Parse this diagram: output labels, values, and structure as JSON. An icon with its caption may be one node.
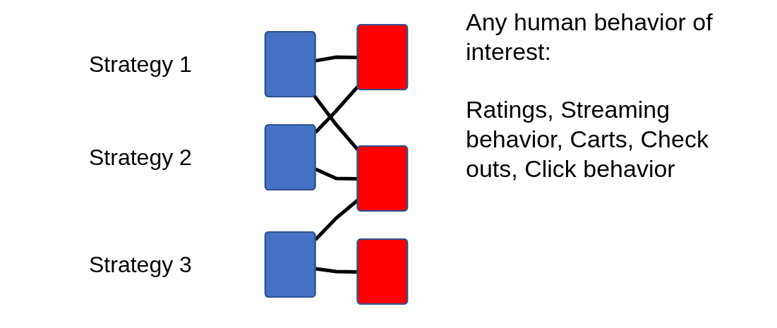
{
  "diagram": {
    "nodes": [
      {
        "text": [],
        "shape": "box",
        "beside": [
          "Strategy 1"
        ]
      },
      {
        "text": [],
        "shape": "box"
      },
      {
        "text": [],
        "shape": "box",
        "beside": [
          "Strategy 2"
        ]
      },
      {
        "text": [],
        "shape": "box"
      },
      {
        "text": [],
        "shape": "box",
        "beside": [
          "Strategy 3"
        ]
      },
      {
        "text": [],
        "shape": "box"
      }
    ],
    "edges": [
      {
        "from": 0,
        "to": 1,
        "arrow": "none"
      },
      {
        "from": 0,
        "to": 3,
        "arrow": "none"
      },
      {
        "from": 2,
        "to": 1,
        "arrow": "none"
      },
      {
        "from": 2,
        "to": 3,
        "arrow": "none"
      },
      {
        "from": 4,
        "to": 3,
        "arrow": "none"
      },
      {
        "from": 4,
        "to": 5,
        "arrow": "none"
      }
    ],
    "labels": [
      "Any human behavior of interest:",
      "Ratings, Streaming behavior, Carts, Check outs, Click behavior"
    ]
  }
}
